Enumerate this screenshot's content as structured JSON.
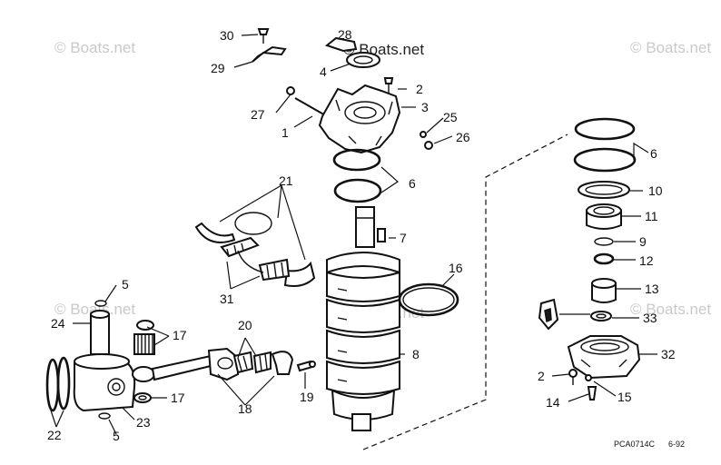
{
  "watermarks": [
    "© Boats.net",
    "© Boats.net",
    "© Boats.net",
    "© Boats.net",
    "© Boats.net",
    "© Boats.net"
  ],
  "figure_code": "PCA0714C",
  "figure_date": "6-92",
  "callouts": {
    "c30": "30",
    "c28": "28",
    "c29": "29",
    "c4": "4",
    "c2a": "2",
    "c3": "3",
    "c27": "27",
    "c1": "1",
    "c25": "25",
    "c26": "26",
    "c6a": "6",
    "c21": "21",
    "c7": "7",
    "c31": "31",
    "c16": "16",
    "c5a": "5",
    "c24": "24",
    "c17a": "17",
    "c20": "20",
    "c8": "8",
    "c17b": "17",
    "c19": "19",
    "c18": "18",
    "c22": "22",
    "c23": "23",
    "c5b": "5",
    "c6b": "6",
    "c10": "10",
    "c11": "11",
    "c9": "9",
    "c12": "12",
    "c13": "13",
    "c33": "33",
    "c32": "32",
    "c2b": "2",
    "c15": "15",
    "c14": "14"
  }
}
